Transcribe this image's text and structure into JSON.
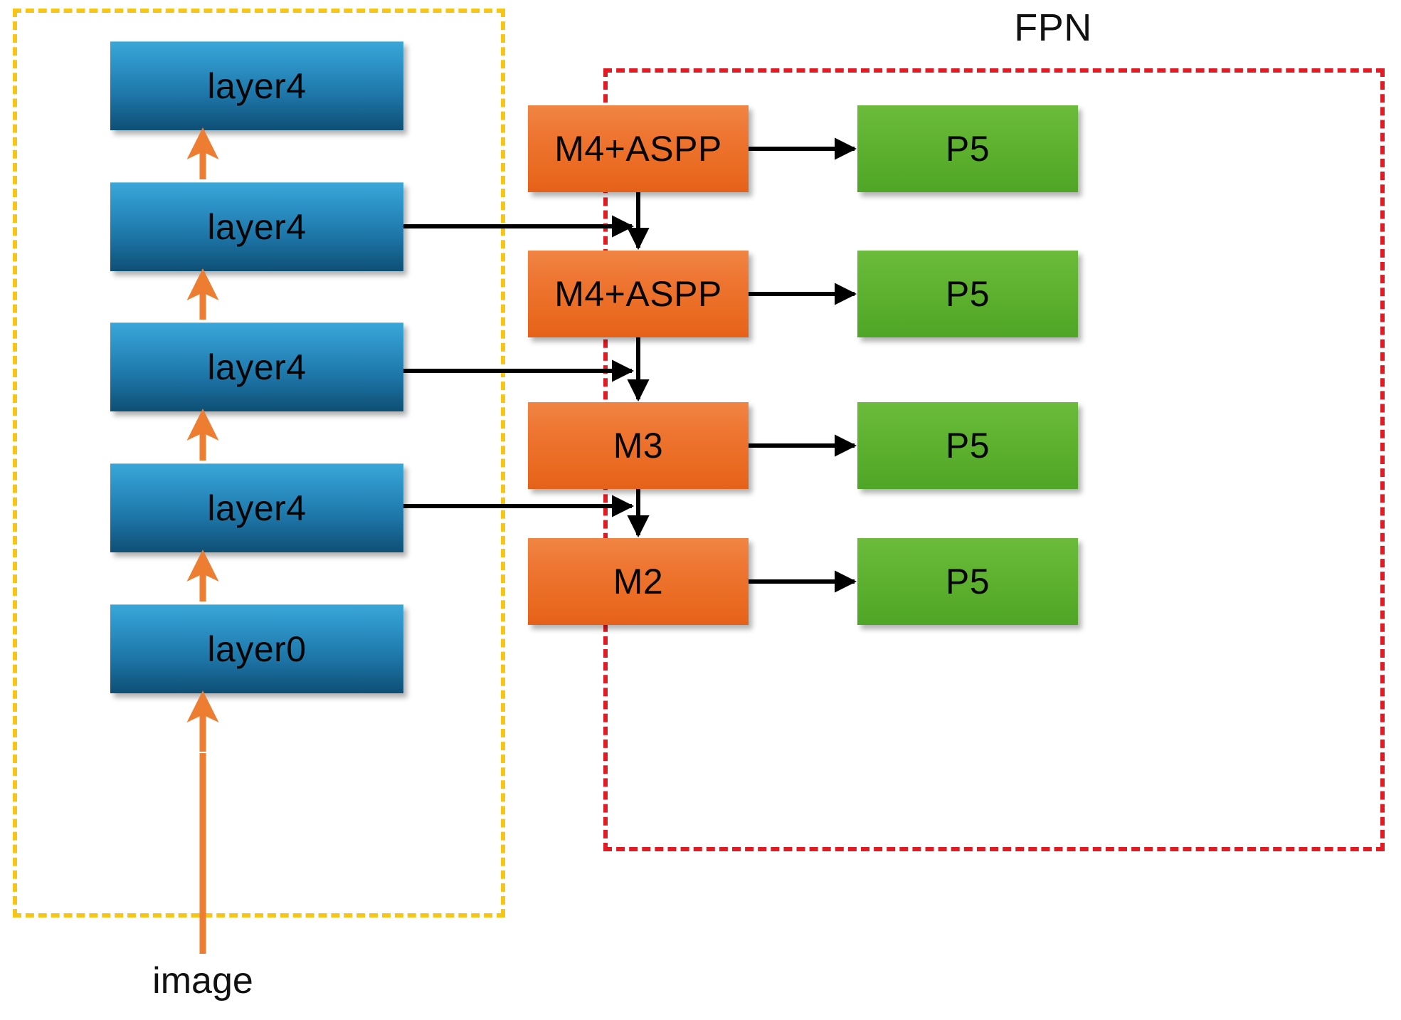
{
  "diagram": {
    "title": "FPN network architecture diagram",
    "groups": {
      "backbone": {
        "name": "backbone-group",
        "border_color": "#f5c518",
        "style": "dashed"
      },
      "fpn": {
        "name": "fpn-group",
        "label": "FPN",
        "border_color": "#e01b24",
        "style": "dashed"
      }
    },
    "input_label": "image",
    "backbone_nodes": [
      {
        "label": "layer4"
      },
      {
        "label": "layer4"
      },
      {
        "label": "layer4"
      },
      {
        "label": "layer4"
      },
      {
        "label": "layer0"
      }
    ],
    "fpn_nodes": [
      {
        "label": "M4+ASPP"
      },
      {
        "label": "M4+ASPP"
      },
      {
        "label": "M3"
      },
      {
        "label": "M2"
      }
    ],
    "output_nodes": [
      {
        "label": "P5"
      },
      {
        "label": "P5"
      },
      {
        "label": "P5"
      },
      {
        "label": "P5"
      }
    ],
    "colors": {
      "backbone_box": "#2e95c9",
      "backbone_box_dark": "#0e4f74",
      "fpn_box": "#ee7733",
      "output_box": "#5eb22f",
      "backbone_arrow": "#ed7d31",
      "lateral_arrow": "#000000",
      "backbone_group_border": "#f5c518",
      "fpn_group_border": "#e01b24"
    }
  }
}
